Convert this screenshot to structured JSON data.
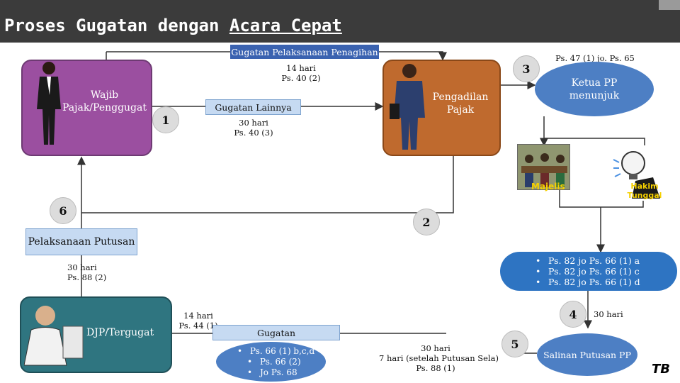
{
  "header": {
    "title_part1": "Proses Gugatan dengan ",
    "title_part2": "Acara Cepat"
  },
  "nodes": {
    "wajib_pajak": "Wajib Pajak/Penggugat",
    "pengadilan": "Pengadilan Pajak",
    "djp": "DJP/Tergugat",
    "ketua_pp": "Ketua PP menunjuk",
    "majelis": "Majelis",
    "hakim_tunggal": "Hakim Tunggal",
    "pelaksanaan_putusan": "Pelaksanaan Putusan",
    "gugatan_pelaksanaan": "Gugatan Pelaksanaan Penagihan",
    "gugatan_lainnya": "Gugatan Lainnya",
    "gugatan": "Gugatan",
    "salinan": "Salinan Putusan PP"
  },
  "steps": {
    "s1": "1",
    "s2": "2",
    "s3": "3",
    "s4": "4",
    "s5": "5",
    "s6": "6"
  },
  "notes": {
    "n14_40_2_a": "14 hari",
    "n14_40_2_b": "Ps. 40 (2)",
    "n30_40_3_a": "30 hari",
    "n30_40_3_b": "Ps. 40 (3)",
    "ps47": "Ps. 47 (1) jo. Ps. 65",
    "n30_88_a": "30 hari",
    "n30_88_b": "Ps. 88 (2)",
    "n14_44_a": "14 hari",
    "n14_44_b": "Ps. 44 (1)",
    "n30_sela_a": "30 hari",
    "n30_sela_b": "7 hari (setelah Putusan Sela)",
    "n30_sela_c": "Ps. 88 (1)",
    "n30_step4": "30 hari"
  },
  "bullets_right": [
    "Ps. 82 jo Ps. 66 (1) a",
    "Ps. 82 jo Ps. 66 (1) c",
    "Ps. 82 jo Ps. 66 (1) d"
  ],
  "bullets_gugatan": [
    "Ps. 66 (1) b,c,d",
    "Ps. 66 (2)",
    "Jo Ps. 68"
  ],
  "logo_text": "TB"
}
